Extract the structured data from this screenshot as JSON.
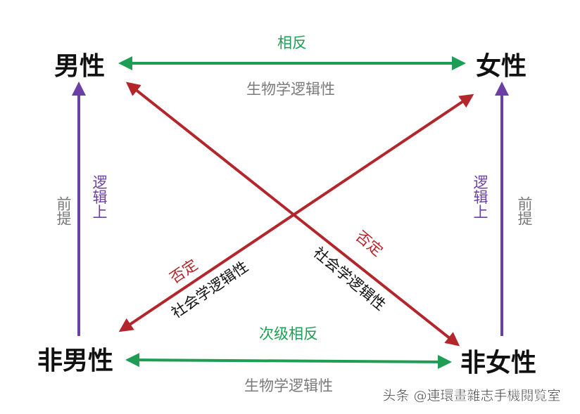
{
  "nodes": {
    "male": "男性",
    "female": "女性",
    "non_male": "非男性",
    "non_female": "非女性"
  },
  "top_edge": {
    "relation": "相反",
    "basis": "生物学逻辑性"
  },
  "bottom_edge": {
    "relation": "次级相反",
    "basis": "生物学逻辑性"
  },
  "left_edge": {
    "premise": "前提",
    "logic": "逻辑上"
  },
  "right_edge": {
    "premise": "前提",
    "logic": "逻辑上"
  },
  "diag_left": {
    "relation": "否定",
    "basis": "社会学逻辑性"
  },
  "diag_right": {
    "relation": "否定",
    "basis": "社会学逻辑性"
  },
  "watermark": "头条 @連環畫雜志手機閱覧室",
  "colors": {
    "green": "#1e9e55",
    "red": "#b3262b",
    "purple": "#6b3fa3",
    "gray": "#7a7a7a"
  }
}
